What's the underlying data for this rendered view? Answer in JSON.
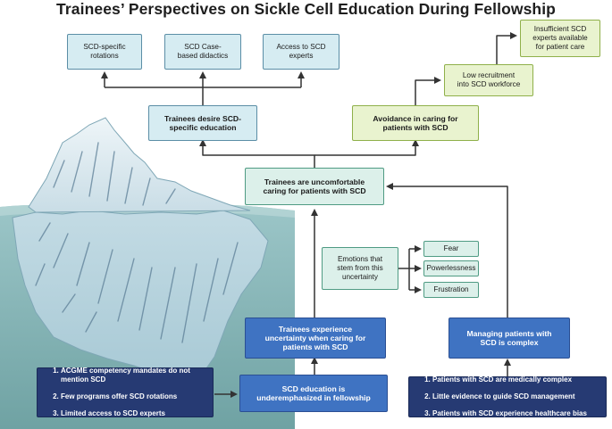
{
  "title": "Trainees’ Perspectives on Sickle Cell Education During Fellowship",
  "top_boxes": {
    "rotations": "SCD-specific\nrotations",
    "didactics": "SCD Case-\nbased didactics",
    "experts": "Access to SCD\nexperts"
  },
  "desire": "Trainees desire SCD-\nspecific education",
  "insufficient": "Insufficient SCD\nexperts available\nfor patient care",
  "low_recruit": "Low recruitment\ninto SCD workforce",
  "avoidance": "Avoidance in caring for\npatients with SCD",
  "uncomfortable": "Trainees are uncomfortable\ncaring for patients with SCD",
  "emotions": {
    "label": "Emotions that\nstem from this\nuncertainty",
    "items": [
      "Fear",
      "Powerlessness",
      "Frustration"
    ]
  },
  "experience": "Trainees experience\nuncertainty when caring for\npatients with SCD",
  "complex": "Managing patients with\nSCD is complex",
  "underemphasized": "SCD education is\nunderemphasized in fellowship",
  "left_list": [
    "ACGME competency mandates do not mention SCD",
    "Few programs offer SCD rotations",
    "Limited access to SCD experts"
  ],
  "right_list": [
    "Patients with SCD are medically complex",
    "Little evidence to guide SCD management",
    "Patients with SCD experience healthcare bias"
  ]
}
